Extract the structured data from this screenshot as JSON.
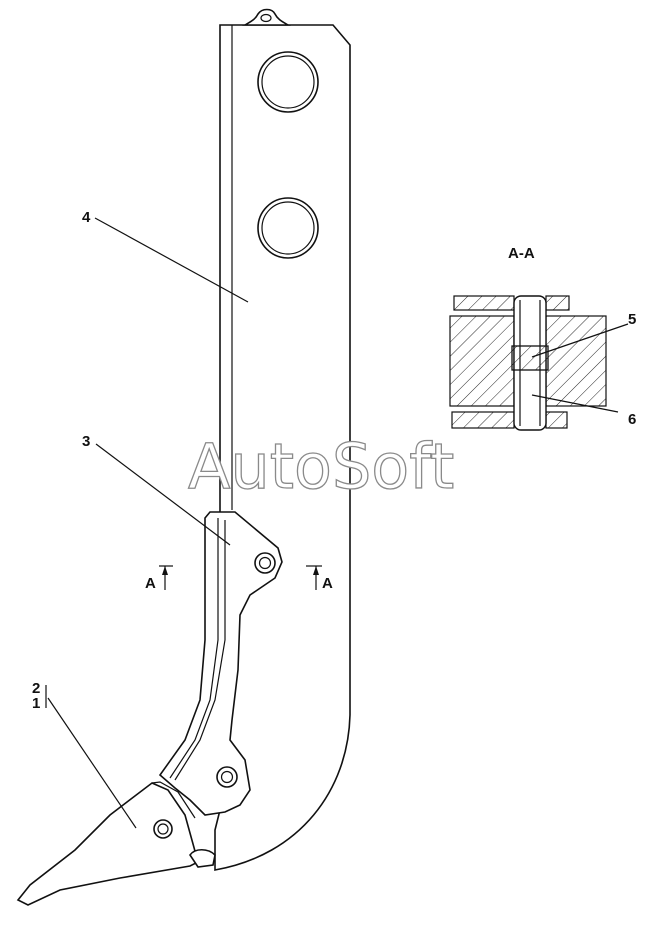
{
  "watermark": "AutoSoft",
  "section_title": "A-A",
  "section_marks": {
    "left": "A",
    "right": "A"
  },
  "callouts": {
    "part_1": "1",
    "part_2": "2",
    "part_3": "3",
    "part_4": "4",
    "part_5": "5",
    "part_6": "6"
  },
  "colors": {
    "line": "#111111",
    "watermark_stroke": "#8a8a8a",
    "background": "#ffffff"
  }
}
